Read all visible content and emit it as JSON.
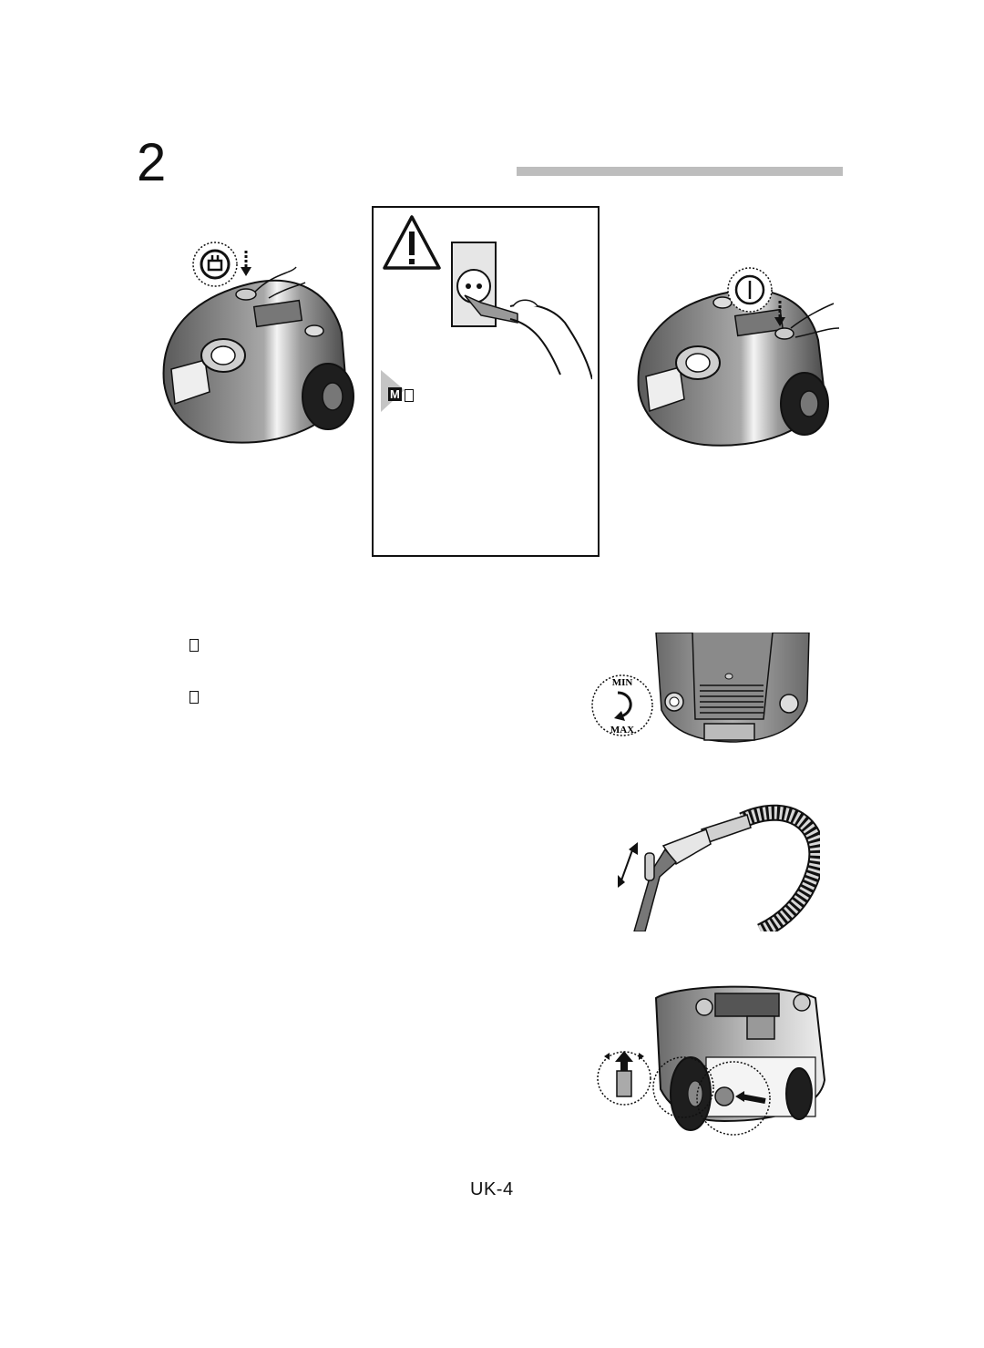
{
  "header": {
    "section_number": "2"
  },
  "warning": {
    "glyphs": "M"
  },
  "bullets": [
    {
      "mark": ""
    },
    {
      "mark": ""
    }
  ],
  "suction_dial": {
    "min_label": "MIN",
    "max_label": "MAX"
  },
  "footer": {
    "page_number": "UK-4"
  },
  "icons": {
    "cord_rewind": "cord-rewind-icon",
    "power": "power-icon",
    "warning": "warning-triangle-icon",
    "info": "info-triangle-icon",
    "rotate": "rotate-arrow-icon"
  },
  "colors": {
    "header_bar": "#bdbdbd",
    "body_gray": "#8a8a8a"
  }
}
